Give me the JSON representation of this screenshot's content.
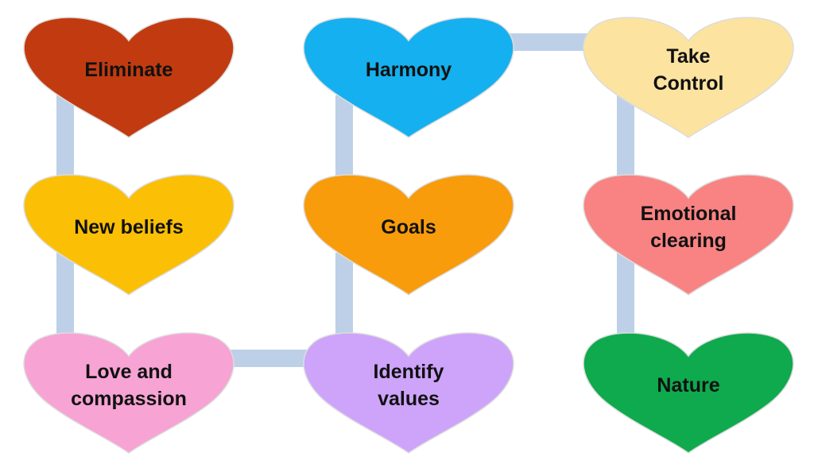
{
  "diagram": {
    "connector_color": "#bdd0e8",
    "heart_stroke_color": "#dcdcdc",
    "hearts": [
      {
        "id": "eliminate",
        "lines": [
          "Eliminate"
        ],
        "color": "#c23b10"
      },
      {
        "id": "new-beliefs",
        "lines": [
          "New beliefs"
        ],
        "color": "#fbbf06"
      },
      {
        "id": "love-and-compassion",
        "lines": [
          "Love and",
          "compassion"
        ],
        "color": "#f7a3d4"
      },
      {
        "id": "harmony",
        "lines": [
          "Harmony"
        ],
        "color": "#15b0ef"
      },
      {
        "id": "goals",
        "lines": [
          "Goals"
        ],
        "color": "#f89c0b"
      },
      {
        "id": "identify-values",
        "lines": [
          "Identify",
          "values"
        ],
        "color": "#cda4fa"
      },
      {
        "id": "take-control",
        "lines": [
          "Take",
          "Control"
        ],
        "color": "#fce3a0"
      },
      {
        "id": "emotional-clearing",
        "lines": [
          "Emotional",
          "clearing"
        ],
        "color": "#f98383"
      },
      {
        "id": "nature",
        "lines": [
          "Nature"
        ],
        "color": "#0eaa4d"
      }
    ]
  }
}
